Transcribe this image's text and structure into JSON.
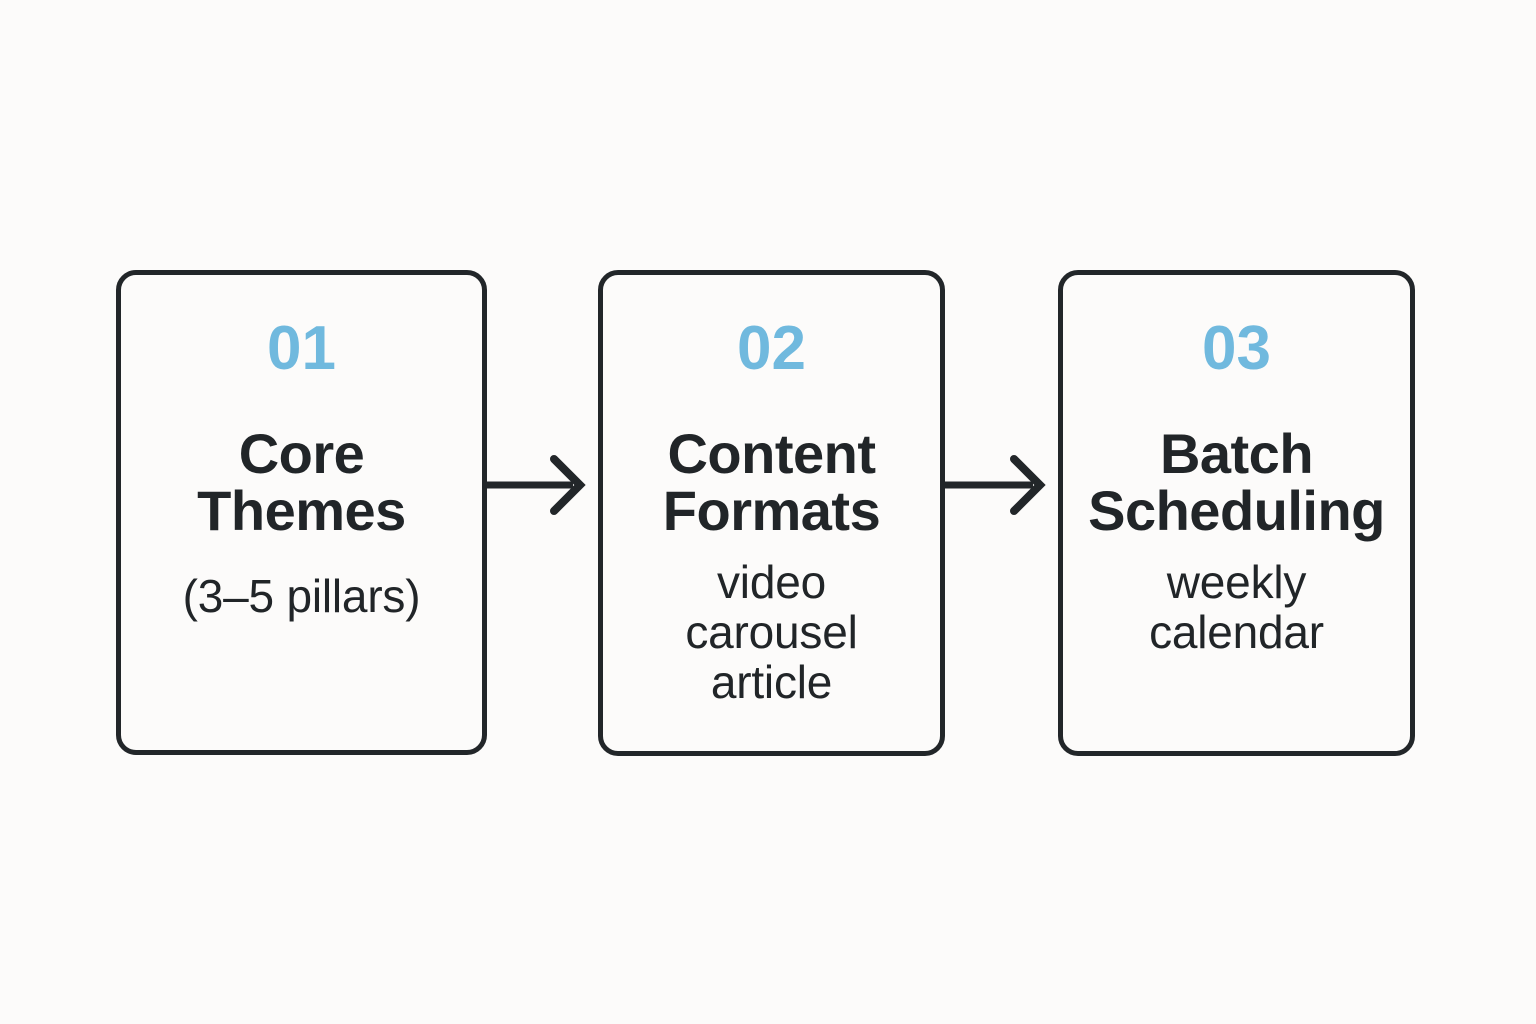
{
  "canvas": {
    "background_color": "#fcfbfa",
    "ink_color": "#212528",
    "accent_color": "#70b9de"
  },
  "steps": [
    {
      "number": "01",
      "title": "Core\nThemes",
      "subtitle": "(3–5 pillars)"
    },
    {
      "number": "02",
      "title": "Content\nFormats",
      "subtitle": "video\ncarousel\narticle"
    },
    {
      "number": "03",
      "title": "Batch\nScheduling",
      "subtitle": "weekly\ncalendar"
    }
  ],
  "connectors": [
    {
      "name": "arrow-right-icon",
      "from": "01",
      "to": "02"
    },
    {
      "name": "arrow-right-icon",
      "from": "02",
      "to": "03"
    }
  ]
}
